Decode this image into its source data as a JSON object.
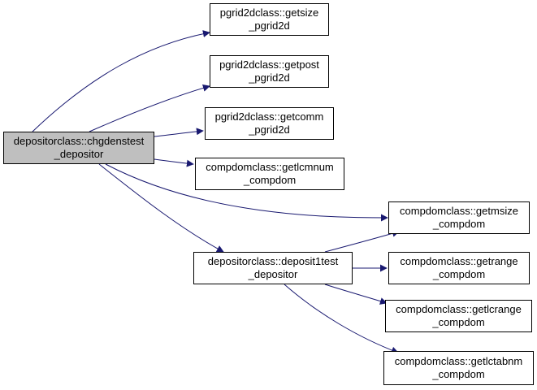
{
  "colors": {
    "edge": "#191970",
    "root_fill": "#bfbfbf",
    "node_fill": "#ffffff",
    "border": "#000000"
  },
  "nodes": {
    "chgdenstest": {
      "line1": "depositorclass::chgdenstest",
      "line2": "_depositor"
    },
    "getsize": {
      "line1": "pgrid2dclass::getsize",
      "line2": "_pgrid2d"
    },
    "getpost": {
      "line1": "pgrid2dclass::getpost",
      "line2": "_pgrid2d"
    },
    "getcomm": {
      "line1": "pgrid2dclass::getcomm",
      "line2": "_pgrid2d"
    },
    "getlcmnum": {
      "line1": "compdomclass::getlcmnum",
      "line2": "_compdom"
    },
    "getmsize": {
      "line1": "compdomclass::getmsize",
      "line2": "_compdom"
    },
    "deposit1test": {
      "line1": "depositorclass::deposit1test",
      "line2": "_depositor"
    },
    "getrange": {
      "line1": "compdomclass::getrange",
      "line2": "_compdom"
    },
    "getlcrange": {
      "line1": "compdomclass::getlcrange",
      "line2": "_compdom"
    },
    "getlctabnm": {
      "line1": "compdomclass::getlctabnm",
      "line2": "_compdom"
    }
  }
}
